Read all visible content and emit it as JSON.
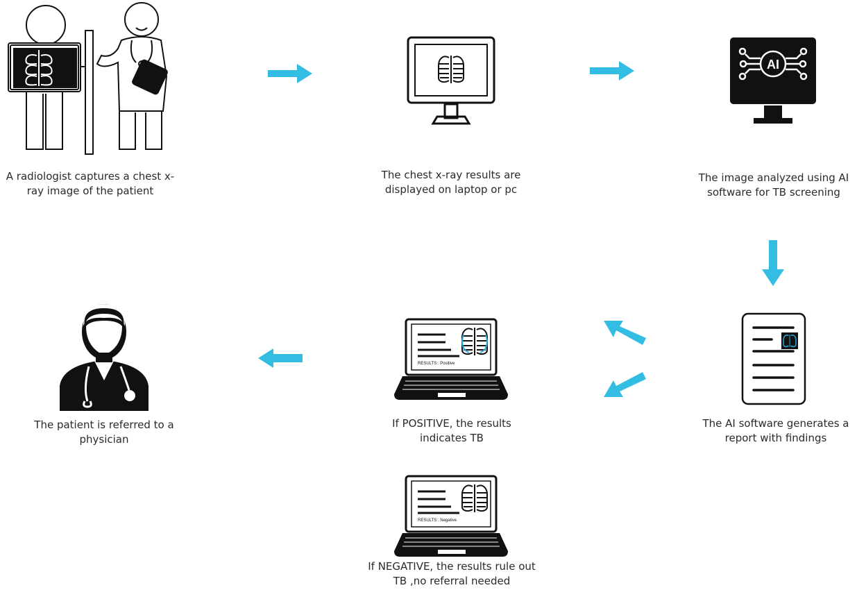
{
  "steps": {
    "capture": {
      "caption": "A radiologist captures a chest x-ray image of the patient"
    },
    "display": {
      "caption": "The chest x-ray results are displayed on laptop or pc"
    },
    "analyze": {
      "caption": "The image analyzed using AI software for TB screening",
      "monitor_label": "AI"
    },
    "report": {
      "caption": "The AI software generates a report with findings"
    },
    "positive": {
      "caption": "If POSITIVE, the results indicates TB",
      "screen_label": "RESULTS : Positive"
    },
    "negative": {
      "caption": "If NEGATIVE, the results rule out TB ,no referral needed",
      "screen_label": "RESULTS : Negative"
    },
    "referral": {
      "caption": "The patient is referred to a physician"
    }
  },
  "colors": {
    "arrow": "#33bde3",
    "ink": "#111111",
    "accent": "#2ba9d8"
  }
}
